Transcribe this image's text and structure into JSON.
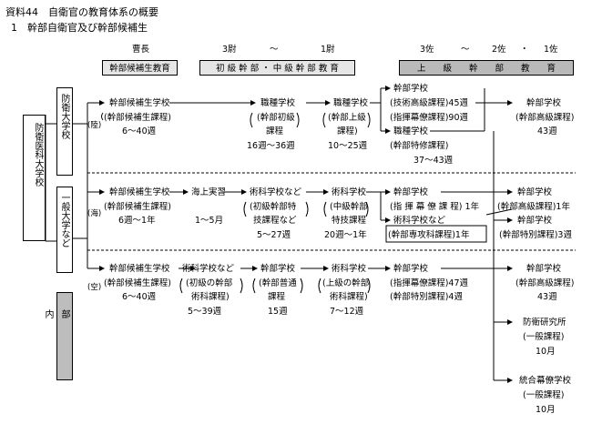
{
  "header": {
    "title": "資料44　自衛官の教育体系の概要",
    "subtitle": "1　幹部自衛官及び幹部候補生"
  },
  "ranks": {
    "socho": "曹長",
    "sanI": "3尉",
    "tilde1": "～",
    "ichiI": "1尉",
    "sanSa": "3佐",
    "tilde2": "～",
    "niSa": "2佐",
    "dot": "・",
    "ichiSa": "1佐"
  },
  "header_boxes": {
    "candidate": "幹部候補生教育",
    "junior": "初 級 幹 部 ・ 中 級 幹 部 教 育",
    "senior": "上　　級　　幹　　部　　教　　育"
  },
  "left_boxes": {
    "academy": "防衛医科大学校",
    "nda": "防衛大学校",
    "general": "一般大学など",
    "internal": "部内"
  },
  "branches": {
    "ground": "(陸)",
    "maritime": "(海)",
    "air": "(空)"
  },
  "ground": {
    "cand_school": "幹部候補生学校",
    "cand_course": "(幹部候補生課程)",
    "cand_dur": "6～40週",
    "branch1_school": "職種学校",
    "branch1_course1": "(幹部初級",
    "branch1_course2": "課程",
    "branch1_dur": "16週～36週",
    "branch2_school": "職種学校",
    "branch2_course1": "(幹部上級",
    "branch2_course2": "課程)",
    "branch2_dur": "10～25週",
    "gsc_school": "幹部学校",
    "gsc_course1": "(技術高級課程)45週",
    "gsc_course2": "(指揮幕僚課程)90週",
    "branch3_school": "職種学校",
    "branch3_course": "(幹部特修課程)",
    "branch3_dur": "37～43週",
    "adv_school": "幹部学校",
    "adv_course": "(幹部高級課程)",
    "adv_dur": "43週"
  },
  "maritime": {
    "cand_school": "幹部候補生学校",
    "cand_course": "(幹部候補生課程)",
    "cand_dur": "6週～1年",
    "sea_training": "海上実習",
    "sea_dur": "1～5月",
    "tech1_school": "術科学校など",
    "tech1_course1": "(初級幹部特",
    "tech1_course2": "技課程など",
    "tech1_dur": "5～27週",
    "tech2_school": "術科学校",
    "tech2_course1": "(中級幹部",
    "tech2_course2": "特技課程",
    "tech2_dur": "20週～1年",
    "staff_school": "幹部学校",
    "staff_course": "(指 揮 幕 僚 課 程) 1年",
    "tech3_school": "術科学校など",
    "tech3_course": "(幹部専攻科課程)1年",
    "adv_school": "幹部学校",
    "adv_course": "(幹部高級課程)1年",
    "spec_school": "幹部学校",
    "spec_course": "(幹部特別課程)3週"
  },
  "air": {
    "cand_school": "幹部候補生学校",
    "cand_course": "(幹部候補生課程)",
    "cand_dur": "6～40週",
    "tech_school": "術科学校など",
    "tech_course1": "(初級の幹部",
    "tech_course2": "術科課程)",
    "tech_dur": "5～39週",
    "basic_school": "幹部学校",
    "basic_course1": "(幹部普通",
    "basic_course2": "課程",
    "basic_dur": "15週",
    "tech2_school": "術科学校",
    "tech2_course1": "(上級の幹部",
    "tech2_course2": "術科課程)",
    "tech2_dur": "7～12週",
    "staff_school": "幹部学校",
    "staff_course1": "(指揮幕僚課程)47週",
    "staff_course2": "(幹部特別課程)4週",
    "adv_school": "幹部学校",
    "adv_course": "(幹部高級課程)",
    "adv_dur": "43週"
  },
  "joint": {
    "nids_school": "防衛研究所",
    "nids_course": "(一般課程)",
    "nids_dur": "10月",
    "jsc_school": "統合幕僚学校",
    "jsc_course": "(一般課程)",
    "jsc_dur": "10月"
  }
}
